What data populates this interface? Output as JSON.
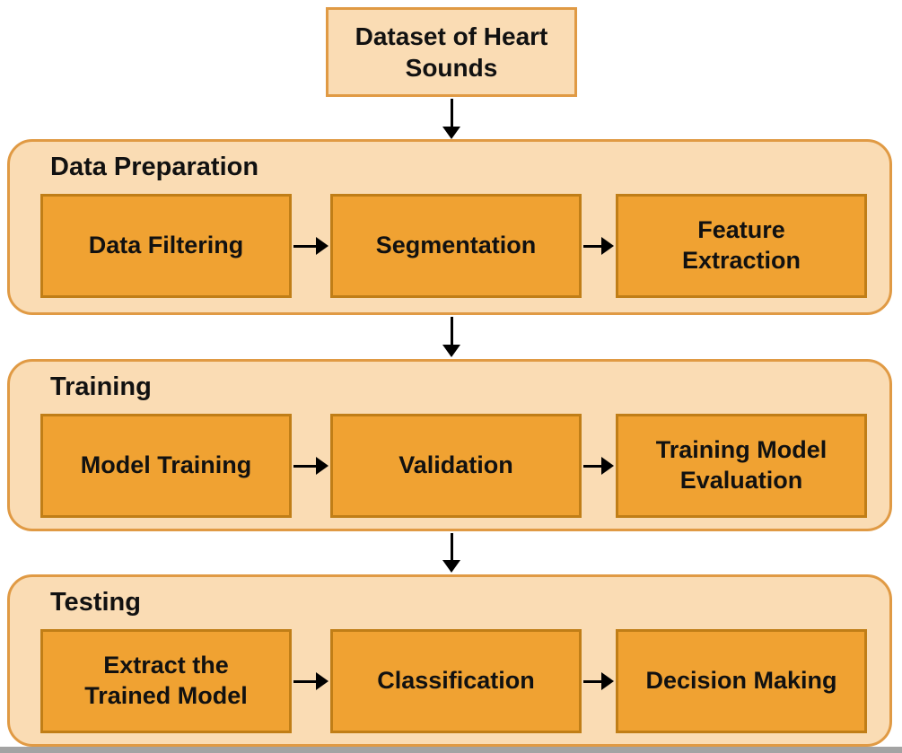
{
  "diagram": {
    "source": {
      "label": "Dataset of Heart\nSounds"
    },
    "stages": [
      {
        "title": "Data Preparation",
        "steps": [
          {
            "label": "Data Filtering"
          },
          {
            "label": "Segmentation"
          },
          {
            "label": "Feature\nExtraction"
          }
        ]
      },
      {
        "title": "Training",
        "steps": [
          {
            "label": "Model Training"
          },
          {
            "label": "Validation"
          },
          {
            "label": "Training Model\nEvaluation"
          }
        ]
      },
      {
        "title": "Testing",
        "steps": [
          {
            "label": "Extract the\nTrained Model"
          },
          {
            "label": "Classification"
          },
          {
            "label": "Decision Making"
          }
        ]
      }
    ],
    "colors": {
      "stage_fill": "#FADCB4",
      "stage_border": "#E09A44",
      "step_fill": "#F0A232",
      "step_border": "#C07E17",
      "arrow": "#000000",
      "text": "#111111"
    }
  }
}
